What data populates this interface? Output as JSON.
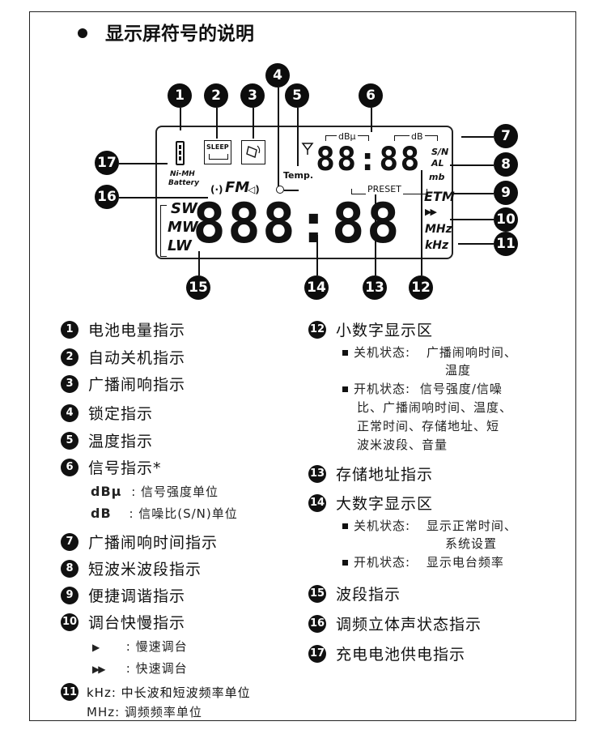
{
  "title": "显示屏符号的说明",
  "lcd": {
    "sleep": "SLEEP",
    "nimh": "Ni-MH",
    "battery": "Battery",
    "temp": "Temp.",
    "dbu": "dBμ",
    "db": "dB",
    "sn": "S/N",
    "al": "AL",
    "mb": "mb",
    "fm": "FM",
    "preset": "PRESET",
    "etm": "ETM",
    "arrows": "▶▶",
    "mhz": "MHz",
    "khz": "kHz",
    "sw": "SW",
    "mw": "MW",
    "lw": "LW",
    "small_digits": "88:88",
    "big_digits": "888:88"
  },
  "badges": [
    "1",
    "2",
    "3",
    "4",
    "5",
    "6",
    "7",
    "8",
    "9",
    "10",
    "11",
    "12",
    "13",
    "14",
    "15",
    "16",
    "17"
  ],
  "left_items": [
    {
      "num": "1",
      "text": "电池电量指示"
    },
    {
      "num": "2",
      "text": "自动关机指示"
    },
    {
      "num": "3",
      "text": "广播闹响指示"
    },
    {
      "num": "4",
      "text": "锁定指示"
    },
    {
      "num": "5",
      "text": "温度指示"
    },
    {
      "num": "6",
      "text": "信号指示*"
    },
    {
      "num": "7",
      "text": "广播闹响时间指示"
    },
    {
      "num": "8",
      "text": "短波米波段指示"
    },
    {
      "num": "9",
      "text": "便捷调谐指示"
    },
    {
      "num": "10",
      "text": "调台快慢指示"
    }
  ],
  "signal_sub": [
    {
      "key": "dBμ",
      "text": ": 信号强度单位"
    },
    {
      "key": "dB",
      "text": ": 信噪比(S/N)单位"
    }
  ],
  "tuning_sub": [
    {
      "key": "▶",
      "text": ": 慢速调台"
    },
    {
      "key": "▶▶",
      "text": ": 快速调台"
    }
  ],
  "item11": {
    "num": "11",
    "line1": "kHz: 中长波和短波频率单位",
    "line2": "MHz: 调频频率单位"
  },
  "right_items": [
    {
      "num": "12",
      "text": "小数字显示区"
    },
    {
      "num": "13",
      "text": "存储地址指示"
    },
    {
      "num": "14",
      "text": "大数字显示区"
    },
    {
      "num": "15",
      "text": "波段指示"
    },
    {
      "num": "16",
      "text": "调频立体声状态指示"
    },
    {
      "num": "17",
      "text": "充电电池供电指示"
    }
  ],
  "small_area": {
    "off_label": "关机状态:",
    "off_lines": [
      "广播闹响时间、",
      "温度"
    ],
    "on_label": "开机状态:",
    "on_lines": [
      "信号强度/信噪",
      "比、广播闹响时间、温度、",
      "正常时间、存储地址、短",
      "波米波段、音量"
    ]
  },
  "big_area": {
    "off_label": "关机状态:",
    "off_lines": [
      "显示正常时间、",
      "系统设置"
    ],
    "on_label": "开机状态:",
    "on_lines": [
      "显示电台频率"
    ]
  }
}
